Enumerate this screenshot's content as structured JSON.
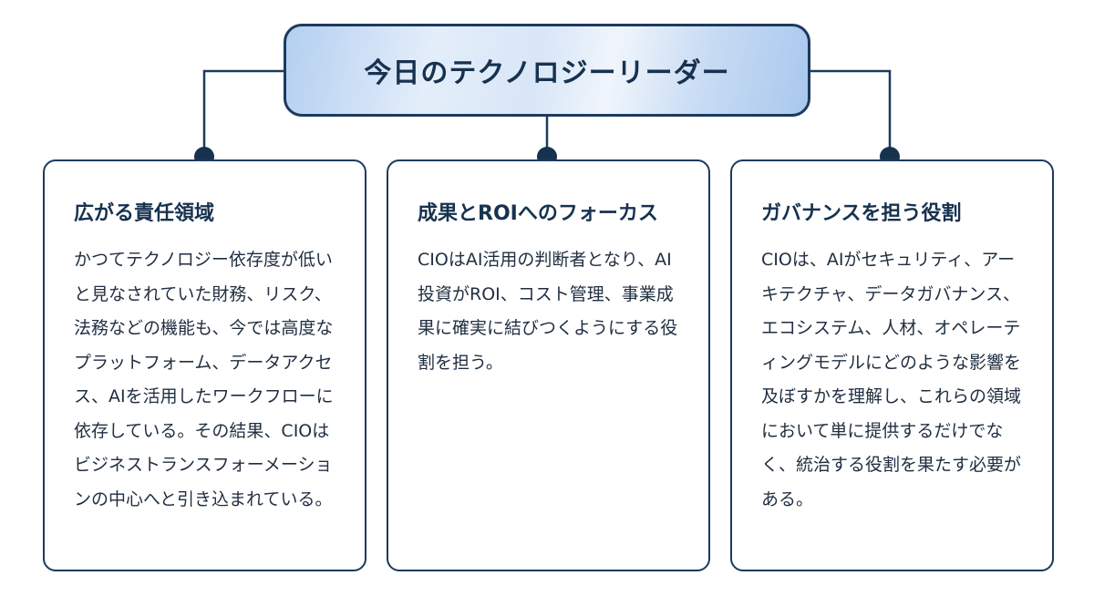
{
  "header": {
    "title": "今日のテクノロジーリーダー"
  },
  "cards": [
    {
      "title": "広がる責任領域",
      "body": "かつてテクノロジー依存度が低いと見なされていた財務、リスク、法務などの機能も、今では高度なプラットフォーム、データアクセス、AIを活用したワークフローに依存している。その結果、CIOはビジネストランスフォーメーションの中心へと引き込まれている。"
    },
    {
      "title": "成果とROIへのフォーカス",
      "body": "CIOはAI活用の判断者となり、AI投資がROI、コスト管理、事業成果に確実に結びつくようにする役割を担う。"
    },
    {
      "title": "ガバナンスを担う役割",
      "body": "CIOは、AIがセキュリティ、アーキテクチャ、データガバナンス、エコシステム、人材、オペレーティングモデルにどのような影響を及ぼすかを理解し、これらの領域において単に提供するだけでなく、統治する役割を果たす必要がある。"
    }
  ],
  "colors": {
    "border": "#1c3a5e",
    "title_text": "#17324f",
    "body_text": "#1f2e40",
    "header_fill": "#c7dbf3"
  }
}
